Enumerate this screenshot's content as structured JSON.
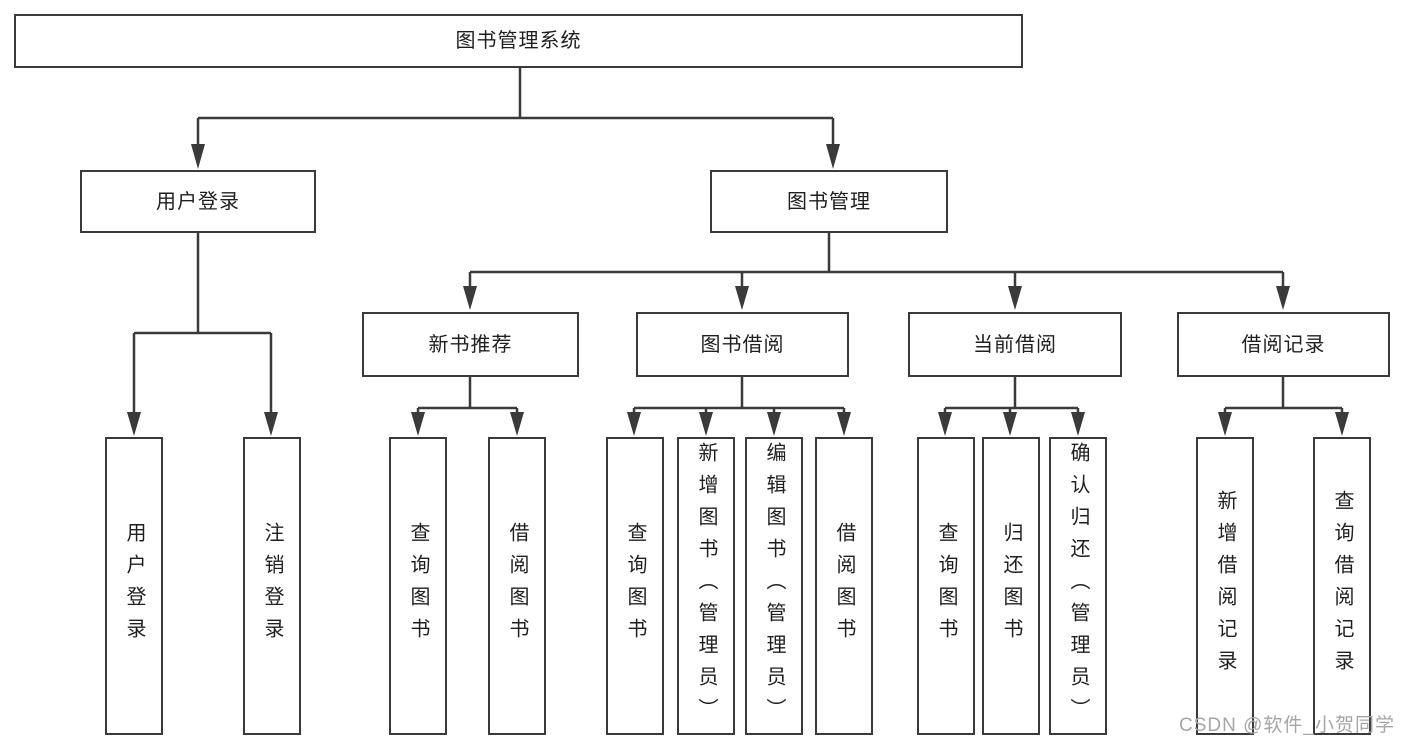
{
  "diagram_title": "图书管理系统",
  "tree": {
    "label": "图书管理系统",
    "children": [
      {
        "label": "用户登录",
        "children": [
          {
            "label": "用户登录"
          },
          {
            "label": "注销登录"
          }
        ]
      },
      {
        "label": "图书管理",
        "children": [
          {
            "label": "新书推荐",
            "children": [
              {
                "label": "查询图书"
              },
              {
                "label": "借阅图书"
              }
            ]
          },
          {
            "label": "图书借阅",
            "children": [
              {
                "label": "查询图书"
              },
              {
                "label": "新增图书（管理员）"
              },
              {
                "label": "编辑图书（管理员）"
              },
              {
                "label": "借阅图书"
              }
            ]
          },
          {
            "label": "当前借阅",
            "children": [
              {
                "label": "查询图书"
              },
              {
                "label": "归还图书"
              },
              {
                "label": "确认归还（管理员）"
              }
            ]
          },
          {
            "label": "借阅记录",
            "children": [
              {
                "label": "新增借阅记录"
              },
              {
                "label": "查询借阅记录"
              }
            ]
          }
        ]
      }
    ]
  },
  "watermark": {
    "text": "CSDN @软件_小贺同学"
  },
  "colors": {
    "line": "#3a3a3a",
    "box_border": "#3a3a3a",
    "text": "#1f1f1f",
    "watermark": "#a6a6a6",
    "background": "#ffffff"
  }
}
